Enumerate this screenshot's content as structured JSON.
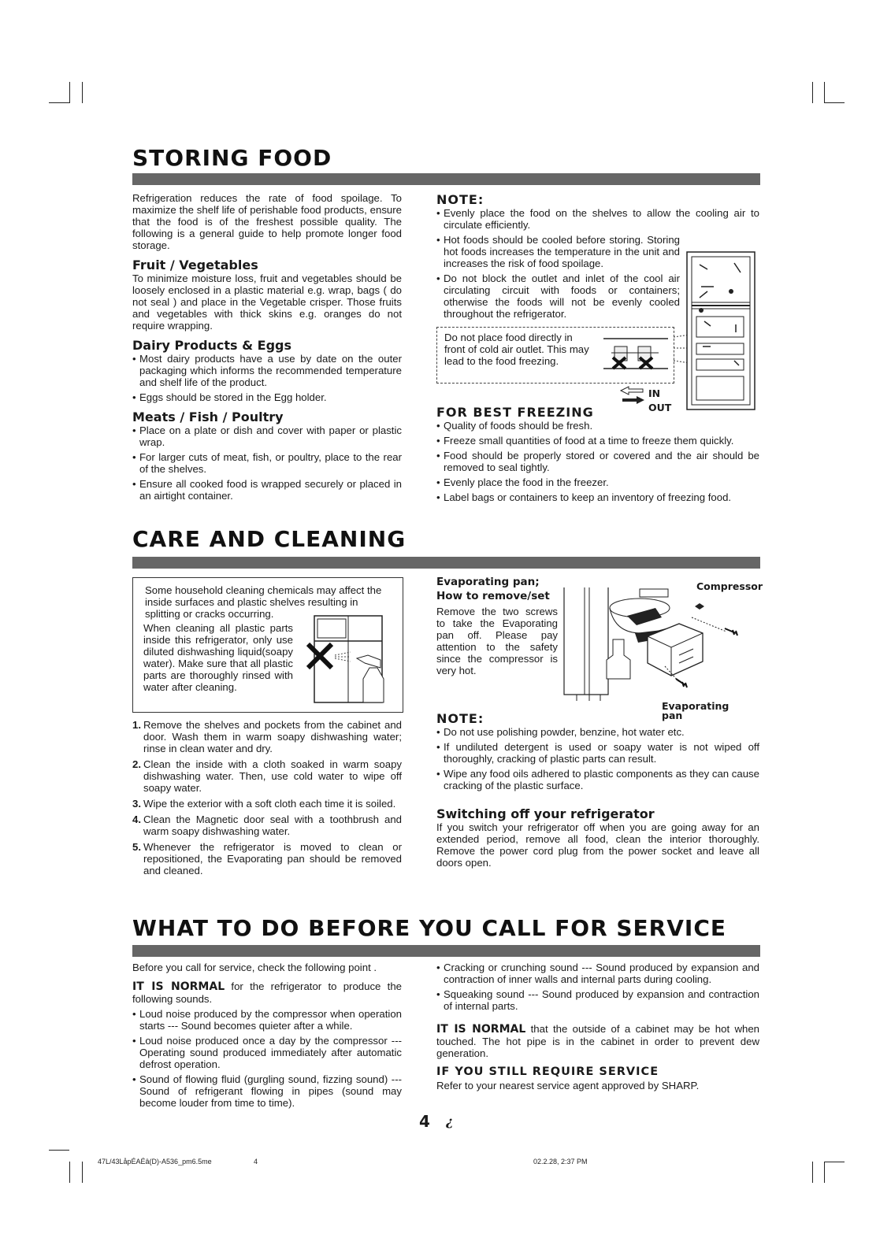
{
  "storing": {
    "title": "STORING FOOD",
    "intro": "Refrigeration reduces the rate of food spoilage. To maximize the shelf life of perishable food products, ensure that the food is of the freshest possible quality. The following is a general guide to help promote longer food storage.",
    "fruit_heading": "Fruit / Vegetables",
    "fruit_text": "To minimize moisture loss, fruit and vegetables should be loosely enclosed in a plastic material e.g. wrap, bags ( do not seal ) and place in the Vegetable crisper. Those fruits and vegetables with thick skins e.g. oranges do not require wrapping.",
    "dairy_heading": "Dairy Products & Eggs",
    "dairy_items": [
      "Most dairy products have a use by date on the outer packaging which informs the recommended temperature and shelf life of the product.",
      "Eggs should be stored in the Egg holder."
    ],
    "meat_heading": "Meats / Fish / Poultry",
    "meat_items": [
      "Place on a plate or dish and cover with paper or plastic wrap.",
      "For larger cuts of meat, fish, or poultry, place to the rear of the shelves.",
      "Ensure all cooked food is wrapped securely or placed in an airtight container."
    ],
    "note_heading": "NOTE:",
    "note_items": [
      "Evenly place the food on the shelves to allow the cooling air to circulate efficiently.",
      "Hot foods should be cooled before storing. Storing hot foods increases the temperature in the unit and increases the risk of food spoilage.",
      "Do not block the outlet and inlet of the cool air circulating circuit with foods or containers; otherwise the foods will not be evenly cooled throughout the refrigerator."
    ],
    "dashed_note": "Do not place food directly in front of cold air outlet. This may lead to the food freezing.",
    "legend_in": "IN",
    "legend_out": "OUT",
    "freezing_heading": "FOR BEST FREEZING",
    "freezing_items": [
      "Quality of foods should be fresh.",
      "Freeze small quantities of food at a time to freeze them quickly.",
      "Food should be properly stored or covered and the air should be removed to seal tightly.",
      "Evenly place the food in the freezer.",
      "Label bags or containers to keep an inventory of freezing food."
    ]
  },
  "care": {
    "title": "CARE AND CLEANING",
    "warning_top": "Some household cleaning chemicals may affect the inside surfaces and plastic shelves resulting in splitting or cracks occurring.",
    "warning_side": "When cleaning all plastic parts inside this refrigerator, only use diluted dishwashing liquid(soapy water). Make sure that all plastic parts are thoroughly rinsed with water after cleaning.",
    "steps": [
      {
        "num": "1.",
        "text": "Remove the shelves and pockets from the cabinet and door. Wash them in warm soapy dishwashing water; rinse in clean water and dry."
      },
      {
        "num": "2.",
        "text": "Clean the inside with a cloth soaked in warm soapy dishwashing water. Then, use cold water to wipe off soapy water."
      },
      {
        "num": "3.",
        "text": "Wipe the exterior with a soft cloth each time it is soiled."
      },
      {
        "num": "4.",
        "text": "Clean the Magnetic door seal with a toothbrush and warm soapy dishwashing water."
      },
      {
        "num": "5.",
        "text": "Whenever the refrigerator is moved to clean or repositioned, the Evaporating pan should be removed and cleaned."
      }
    ],
    "evap_heading_1": "Evaporating pan;",
    "evap_heading_2": "How to remove/set",
    "evap_text": "Remove the two screws to take the Evaporating pan off. Please pay attention to the safety since the compressor is very hot.",
    "compressor_label": "Compressor",
    "evap_label_1": "Evaporating",
    "evap_label_2": "pan",
    "note_heading": "NOTE:",
    "note_items": [
      "Do not use polishing powder, benzine, hot water etc.",
      "If undiluted detergent is used or soapy water is not wiped off thoroughly, cracking of plastic parts can result.",
      "Wipe any food oils adhered to plastic components as they can cause cracking of the plastic surface."
    ],
    "switch_heading": "Switching off your refrigerator",
    "switch_text": "If you switch your refrigerator off when you are going away for an extended period, remove all food, clean the interior thoroughly. Remove the power cord plug from the power socket and leave all doors open."
  },
  "service": {
    "title": "WHAT TO DO BEFORE YOU CALL FOR SERVICE",
    "intro": "Before you call for service, check the following point .",
    "normal_1_bold": "IT IS NORMAL",
    "normal_1_rest": " for the refrigerator to produce the following sounds.",
    "left_items": [
      "Loud noise produced by the compressor when operation starts --- Sound becomes quieter after a while.",
      "Loud noise produced once a day by the compressor --- Operating sound produced immediately after automatic defrost operation.",
      "Sound of flowing fluid (gurgling sound, fizzing sound) --- Sound of refrigerant flowing in pipes (sound may become louder from time to time)."
    ],
    "right_items": [
      "Cracking or crunching sound --- Sound produced by expansion and contraction of inner walls and internal parts during cooling.",
      "Squeaking sound --- Sound produced by expansion and contraction of internal parts."
    ],
    "normal_2_bold": "IT IS NORMAL",
    "normal_2_rest": " that the outside of a cabinet may be hot when touched. The hot pipe is in the cabinet in order to prevent dew generation.",
    "still_heading": "IF YOU STILL REQUIRE SERVICE",
    "still_text": "Refer to your nearest service agent approved by SHARP."
  },
  "page_number": "4",
  "page_mark": "¿",
  "footer": {
    "file": "47L/43LåpÉAÉâ(D)-A536_pm6.5me",
    "page": "4",
    "date": "02.2.28, 2:37 PM"
  }
}
